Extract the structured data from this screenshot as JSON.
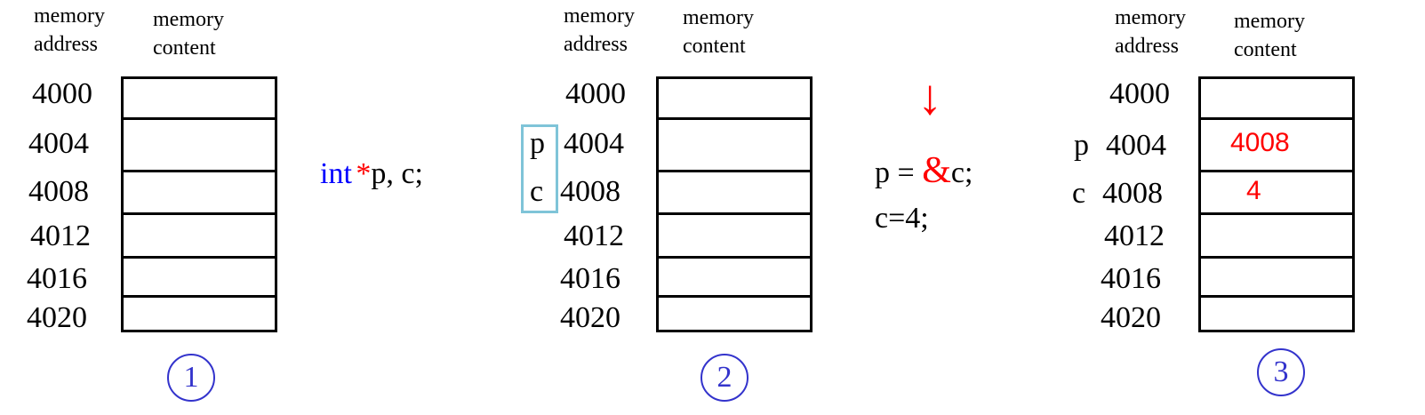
{
  "headers": {
    "address": [
      "memory",
      "address"
    ],
    "content": [
      "memory",
      "content"
    ]
  },
  "addresses": [
    "4000",
    "4004",
    "4008",
    "4012",
    "4016",
    "4020"
  ],
  "panels": [
    {
      "step": "1",
      "labels": [
        "",
        "",
        "",
        "",
        "",
        ""
      ],
      "values": [
        "",
        "",
        "",
        "",
        "",
        ""
      ]
    },
    {
      "step": "2",
      "labels": [
        "",
        "p",
        "c",
        "",
        "",
        ""
      ],
      "values": [
        "",
        "",
        "",
        "",
        "",
        ""
      ]
    },
    {
      "step": "3",
      "labels": [
        "",
        "p",
        "c",
        "",
        "",
        ""
      ],
      "values": [
        "",
        "4008",
        "4",
        "",
        "",
        ""
      ]
    }
  ],
  "code1": {
    "keyword": "int",
    "star": "*",
    "rest": "p, c;"
  },
  "code2": {
    "arrow": "↓",
    "line1_pre": "p = ",
    "amp": "&",
    "line1_post": "c;",
    "line2": "c=4;"
  },
  "colors": {
    "keyword": "#0000ff",
    "operator": "#ff0000",
    "value": "#ff0000",
    "step_circle": "#3333cc",
    "highlight_box": "#7fc4d8"
  }
}
